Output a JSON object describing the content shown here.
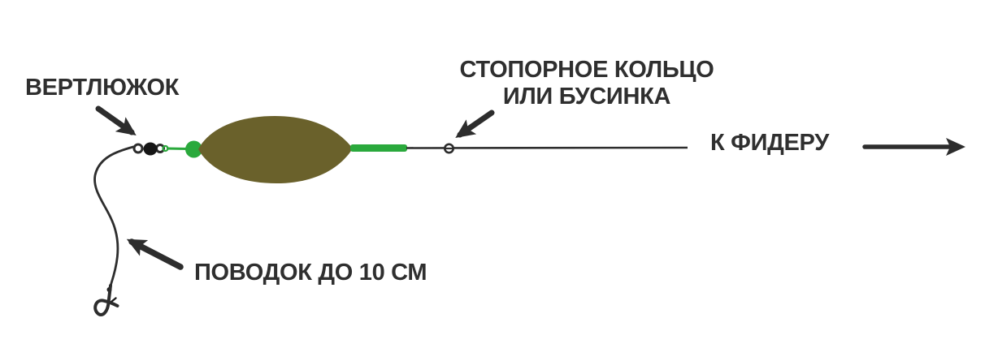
{
  "diagram": {
    "type": "fishing-feeder-rig-schematic",
    "labels": {
      "swivel": "ВЕРТЛЮЖОК",
      "stop_ring_line1": "СТОПОРНОЕ КОЛЬЦО",
      "stop_ring_line2": "ИЛИ БУСИНКА",
      "to_feeder": "К ФИДЕРУ",
      "leader": "ПОВОДОК ДО 10 СМ"
    },
    "parts": [
      "leader-line-with-hook",
      "hook",
      "swivel",
      "green-bead",
      "inline-feeder-body",
      "anti-tangle-tube",
      "main-line",
      "stop-ring-or-bead",
      "direction-arrow-to-feeder"
    ],
    "colors": {
      "feeder_body_olive": "#6a612b",
      "accent_green": "#2aa93c",
      "line_dark": "#2d2d2d",
      "label_text": "#2f2f2f",
      "background": "#ffffff"
    }
  }
}
